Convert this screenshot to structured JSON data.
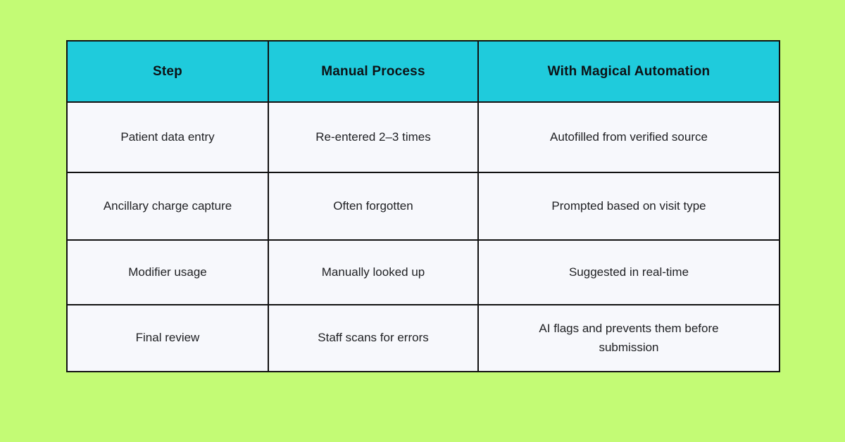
{
  "colors": {
    "background": "#C3FB75",
    "header_bg": "#1FCBDC",
    "cell_bg": "#F7F8FC",
    "border": "#111111",
    "header_text": "#0d1216",
    "body_text": "#202124"
  },
  "table": {
    "header": {
      "cells": [
        "Step",
        "Manual Process",
        "With Magical Automation"
      ]
    },
    "rows": [
      [
        "Patient data entry",
        "Re-entered 2–3 times",
        "Autofilled from verified source"
      ],
      [
        "Ancillary charge capture",
        "Often forgotten",
        "Prompted based on visit type"
      ],
      [
        "Modifier usage",
        "Manually looked up",
        "Suggested in real-time"
      ],
      [
        "Final review",
        "Staff scans for errors",
        "AI flags and prevents them before submission"
      ]
    ]
  }
}
